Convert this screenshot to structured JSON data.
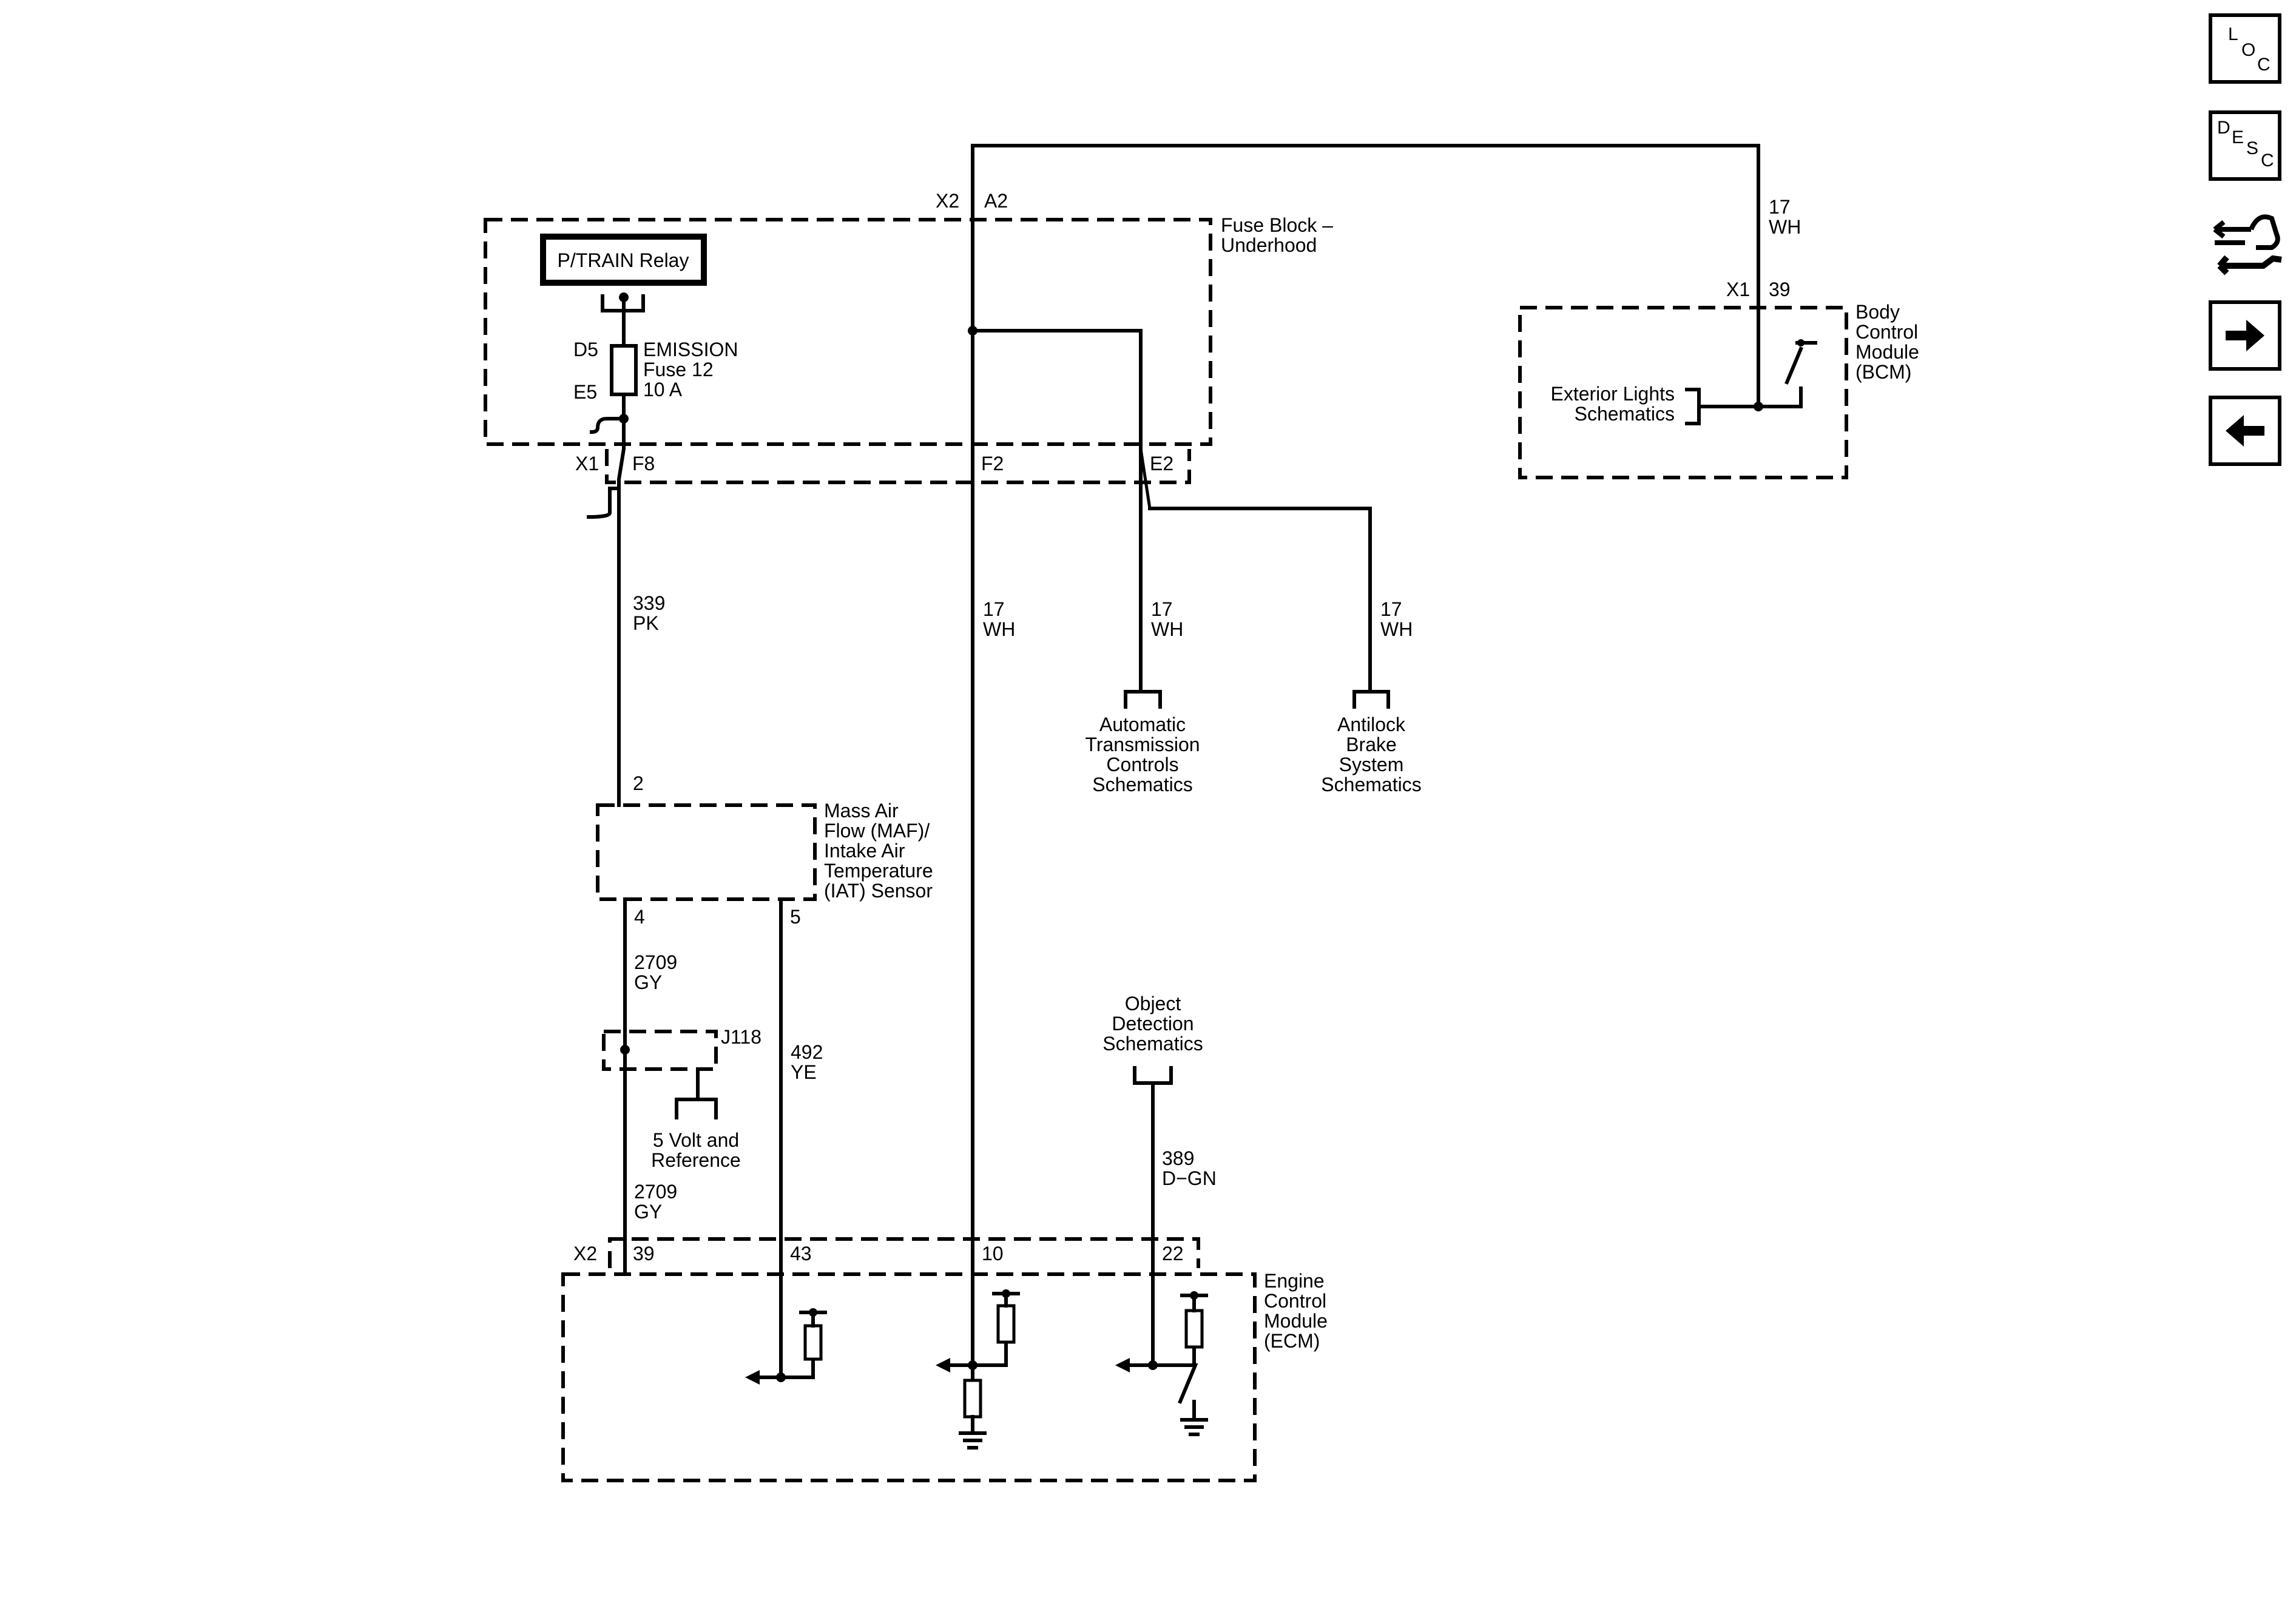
{
  "nav": {
    "loc": [
      "L",
      "O",
      "C"
    ],
    "desc": [
      "D",
      "E",
      "S",
      "C"
    ]
  },
  "components": {
    "ptrain_relay": "P/TRAIN Relay",
    "fuse": [
      "EMISSION",
      "Fuse 12",
      "10 A"
    ],
    "fuse_block": [
      "Fuse Block –",
      "Underhood"
    ],
    "bcm": [
      "Body",
      "Control",
      "Module",
      "(BCM)"
    ],
    "ext_lights": [
      "Exterior Lights",
      "Schematics"
    ],
    "maf": [
      "Mass Air",
      "Flow (MAF)/",
      "Intake Air",
      "Temperature",
      "(IAT) Sensor"
    ],
    "trans": [
      "Automatic",
      "Transmission",
      "Controls",
      "Schematics"
    ],
    "abs": [
      "Antilock",
      "Brake",
      "System",
      "Schematics"
    ],
    "object_det": [
      "Object",
      "Detection",
      "Schematics"
    ],
    "ref5v": [
      "5 Volt and",
      "Reference"
    ],
    "ecm": [
      "Engine",
      "Control",
      "Module",
      "(ECM)"
    ],
    "splice": "J118"
  },
  "connectors": {
    "x2": "X2",
    "x1": "X1",
    "a2": "A2",
    "d5": "D5",
    "e5": "E5",
    "f8": "F8",
    "f2": "F2",
    "e2": "E2",
    "bcm39": "39",
    "maf2": "2",
    "maf4": "4",
    "maf5": "5",
    "ecm39": "39",
    "ecm43": "43",
    "ecm10": "10",
    "ecm22": "22"
  },
  "wires": {
    "w339": [
      "339",
      "PK"
    ],
    "w17": [
      "17",
      "WH"
    ],
    "w2709": [
      "2709",
      "GY"
    ],
    "w492": [
      "492",
      "YE"
    ],
    "w389": [
      "389",
      "D−GN"
    ]
  }
}
